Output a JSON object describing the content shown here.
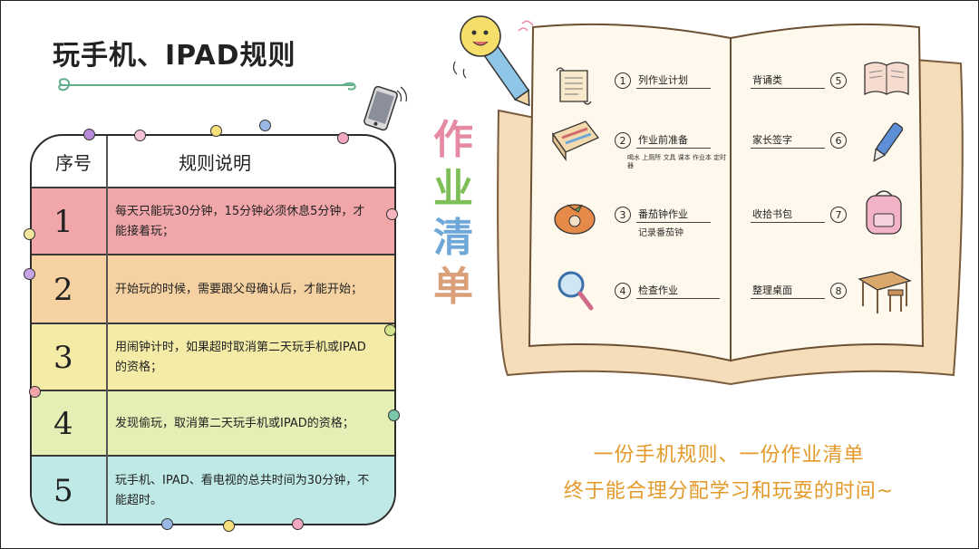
{
  "title": "玩手机、IPAD规则",
  "table": {
    "headers": {
      "no": "序号",
      "desc": "规则说明"
    },
    "rows": [
      {
        "no": "1",
        "text": "每天只能玩30分钟，15分钟必须休息5分钟，才能接着玩；",
        "color": "#f1a7a9"
      },
      {
        "no": "2",
        "text": "开始玩的时候，需要跟父母确认后，才能开始；",
        "color": "#f6d2a2"
      },
      {
        "no": "3",
        "text": "用闹钟计时，如果超时取消第二天玩手机或IPAD的资格；",
        "color": "#f4eba7"
      },
      {
        "no": "4",
        "text": "发现偷玩，取消第二天玩手机或IPAD的资格；",
        "color": "#e3efb4"
      },
      {
        "no": "5",
        "text": "玩手机、IPAD、看电视的总共时间为30分钟，不能超时。",
        "color": "#bfe9e6"
      }
    ]
  },
  "vertical_title": [
    "作",
    "业",
    "清",
    "单"
  ],
  "vertical_title_colors": [
    "#e58aa2",
    "#7fbf5a",
    "#6fa8d8",
    "#d9a07a"
  ],
  "homework_left": [
    {
      "n": "1",
      "label": "列作业计划",
      "icon": "scroll-icon"
    },
    {
      "n": "2",
      "label": "作业前准备",
      "sub": "喝水  上厕所  文具  课本  作业本  定时器",
      "icon": "pencil-box-icon"
    },
    {
      "n": "3",
      "label": "番茄钟作业",
      "sub": "记录番茄钟",
      "icon": "tomato-icon"
    },
    {
      "n": "4",
      "label": "检查作业",
      "icon": "magnifier-icon"
    }
  ],
  "homework_right": [
    {
      "n": "5",
      "label": "背诵类",
      "icon": "open-book-icon"
    },
    {
      "n": "6",
      "label": "家长签字",
      "icon": "pen-icon"
    },
    {
      "n": "7",
      "label": "收拾书包",
      "icon": "backpack-icon"
    },
    {
      "n": "8",
      "label": "整理桌面",
      "icon": "desk-icon"
    }
  ],
  "tagline": {
    "line1": "一份手机规则、一份作业清单",
    "line2": "终于能合理分配学习和玩耍的时间~"
  },
  "colors": {
    "accent": "#e39a2a",
    "paper": "#fff7e6",
    "book_cover": "#f4ddb8"
  }
}
